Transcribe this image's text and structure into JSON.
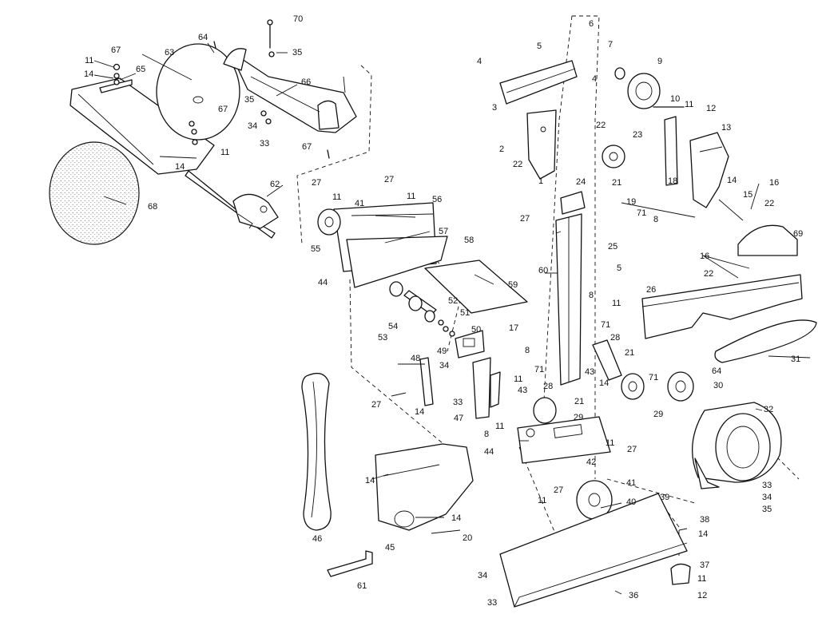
{
  "callouts": [
    {
      "id": "1",
      "text": "1"
    },
    {
      "id": "2",
      "text": "2"
    },
    {
      "id": "3",
      "text": "3"
    },
    {
      "id": "4a",
      "text": "4"
    },
    {
      "id": "4b",
      "text": "4"
    },
    {
      "id": "5a",
      "text": "5"
    },
    {
      "id": "5b",
      "text": "5"
    },
    {
      "id": "6",
      "text": "6"
    },
    {
      "id": "7",
      "text": "7"
    },
    {
      "id": "8a",
      "text": "8"
    },
    {
      "id": "8b",
      "text": "8"
    },
    {
      "id": "8c",
      "text": "8"
    },
    {
      "id": "8d",
      "text": "8"
    },
    {
      "id": "9",
      "text": "9"
    },
    {
      "id": "10",
      "text": "10"
    },
    {
      "id": "11a",
      "text": "11"
    },
    {
      "id": "11b",
      "text": "11"
    },
    {
      "id": "11c",
      "text": "11"
    },
    {
      "id": "11d",
      "text": "11"
    },
    {
      "id": "11e",
      "text": "11"
    },
    {
      "id": "11f",
      "text": "11"
    },
    {
      "id": "11g",
      "text": "11"
    },
    {
      "id": "11h",
      "text": "11"
    },
    {
      "id": "11i",
      "text": "11"
    },
    {
      "id": "11j",
      "text": "11"
    },
    {
      "id": "11k",
      "text": "11"
    },
    {
      "id": "12a",
      "text": "12"
    },
    {
      "id": "12b",
      "text": "12"
    },
    {
      "id": "13",
      "text": "13"
    },
    {
      "id": "14a",
      "text": "14"
    },
    {
      "id": "14b",
      "text": "14"
    },
    {
      "id": "14c",
      "text": "14"
    },
    {
      "id": "14d",
      "text": "14"
    },
    {
      "id": "14e",
      "text": "14"
    },
    {
      "id": "14f",
      "text": "14"
    },
    {
      "id": "14g",
      "text": "14"
    },
    {
      "id": "14h",
      "text": "14"
    },
    {
      "id": "15",
      "text": "15"
    },
    {
      "id": "16a",
      "text": "16"
    },
    {
      "id": "16b",
      "text": "16"
    },
    {
      "id": "17",
      "text": "17"
    },
    {
      "id": "18",
      "text": "18"
    },
    {
      "id": "19",
      "text": "19"
    },
    {
      "id": "20",
      "text": "20"
    },
    {
      "id": "21a",
      "text": "21"
    },
    {
      "id": "21b",
      "text": "21"
    },
    {
      "id": "21c",
      "text": "21"
    },
    {
      "id": "22a",
      "text": "22"
    },
    {
      "id": "22b",
      "text": "22"
    },
    {
      "id": "22c",
      "text": "22"
    },
    {
      "id": "22d",
      "text": "22"
    },
    {
      "id": "23",
      "text": "23"
    },
    {
      "id": "24",
      "text": "24"
    },
    {
      "id": "25",
      "text": "25"
    },
    {
      "id": "26",
      "text": "26"
    },
    {
      "id": "27a",
      "text": "27"
    },
    {
      "id": "27b",
      "text": "27"
    },
    {
      "id": "27c",
      "text": "27"
    },
    {
      "id": "27d",
      "text": "27"
    },
    {
      "id": "27e",
      "text": "27"
    },
    {
      "id": "27f",
      "text": "27"
    },
    {
      "id": "28a",
      "text": "28"
    },
    {
      "id": "28b",
      "text": "28"
    },
    {
      "id": "29a",
      "text": "29"
    },
    {
      "id": "29b",
      "text": "29"
    },
    {
      "id": "30",
      "text": "30"
    },
    {
      "id": "31",
      "text": "31"
    },
    {
      "id": "32",
      "text": "32"
    },
    {
      "id": "33a",
      "text": "33"
    },
    {
      "id": "33b",
      "text": "33"
    },
    {
      "id": "33c",
      "text": "33"
    },
    {
      "id": "33d",
      "text": "33"
    },
    {
      "id": "34a",
      "text": "34"
    },
    {
      "id": "34b",
      "text": "34"
    },
    {
      "id": "34c",
      "text": "34"
    },
    {
      "id": "34d",
      "text": "34"
    },
    {
      "id": "35a",
      "text": "35"
    },
    {
      "id": "35b",
      "text": "35"
    },
    {
      "id": "35c",
      "text": "35"
    },
    {
      "id": "36",
      "text": "36"
    },
    {
      "id": "37",
      "text": "37"
    },
    {
      "id": "38",
      "text": "38"
    },
    {
      "id": "39",
      "text": "39"
    },
    {
      "id": "40",
      "text": "40"
    },
    {
      "id": "41a",
      "text": "41"
    },
    {
      "id": "41b",
      "text": "41"
    },
    {
      "id": "42",
      "text": "42"
    },
    {
      "id": "43a",
      "text": "43"
    },
    {
      "id": "43b",
      "text": "43"
    },
    {
      "id": "44a",
      "text": "44"
    },
    {
      "id": "44b",
      "text": "44"
    },
    {
      "id": "45",
      "text": "45"
    },
    {
      "id": "46",
      "text": "46"
    },
    {
      "id": "47",
      "text": "47"
    },
    {
      "id": "48",
      "text": "48"
    },
    {
      "id": "49",
      "text": "49"
    },
    {
      "id": "50",
      "text": "50"
    },
    {
      "id": "51",
      "text": "51"
    },
    {
      "id": "52",
      "text": "52"
    },
    {
      "id": "53",
      "text": "53"
    },
    {
      "id": "54",
      "text": "54"
    },
    {
      "id": "55",
      "text": "55"
    },
    {
      "id": "56",
      "text": "56"
    },
    {
      "id": "57",
      "text": "57"
    },
    {
      "id": "58",
      "text": "58"
    },
    {
      "id": "59",
      "text": "59"
    },
    {
      "id": "60",
      "text": "60"
    },
    {
      "id": "61",
      "text": "61"
    },
    {
      "id": "62",
      "text": "62"
    },
    {
      "id": "63",
      "text": "63"
    },
    {
      "id": "64a",
      "text": "64"
    },
    {
      "id": "64b",
      "text": "64"
    },
    {
      "id": "65",
      "text": "65"
    },
    {
      "id": "66",
      "text": "66"
    },
    {
      "id": "67a",
      "text": "67"
    },
    {
      "id": "67b",
      "text": "67"
    },
    {
      "id": "67c",
      "text": "67"
    },
    {
      "id": "68",
      "text": "68"
    },
    {
      "id": "69",
      "text": "69"
    },
    {
      "id": "70",
      "text": "70"
    },
    {
      "id": "71a",
      "text": "71"
    },
    {
      "id": "71b",
      "text": "71"
    },
    {
      "id": "71c",
      "text": "71"
    },
    {
      "id": "71d",
      "text": "71"
    }
  ]
}
